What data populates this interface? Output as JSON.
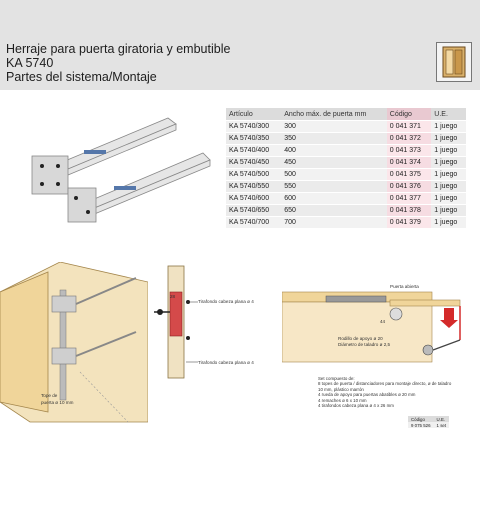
{
  "header": {
    "title_line1": "Herraje para puerta giratoria y embutible",
    "title_line2": "KA 5740",
    "title_line3": "Partes del sistema/Montaje",
    "icon": "cabinet-icon"
  },
  "table": {
    "headers": [
      "Artículo",
      "Ancho máx. de puerta mm",
      "Código",
      "U.E."
    ],
    "rows": [
      [
        "KA 5740/300",
        "300",
        "0 041 371",
        "1 juego"
      ],
      [
        "KA 5740/350",
        "350",
        "0 041 372",
        "1 juego"
      ],
      [
        "KA 5740/400",
        "400",
        "0 041 373",
        "1 juego"
      ],
      [
        "KA 5740/450",
        "450",
        "0 041 374",
        "1 juego"
      ],
      [
        "KA 5740/500",
        "500",
        "0 041 375",
        "1 juego"
      ],
      [
        "KA 5740/550",
        "550",
        "0 041 376",
        "1 juego"
      ],
      [
        "KA 5740/600",
        "600",
        "0 041 377",
        "1 juego"
      ],
      [
        "KA 5740/650",
        "650",
        "0 041 378",
        "1 juego"
      ],
      [
        "KA 5740/700",
        "700",
        "0 041 379",
        "1 juego"
      ]
    ]
  },
  "labels": {
    "door_top": "Tope de",
    "door_top2": "puerta ø 10 mm",
    "tirafondo_top": "Tirafondo cabeza plana ø 4",
    "tirafondo_bottom": "Tirafondo cabeza plana ø 4",
    "dim_a": "28",
    "puerta_abierta": "Puerta abierta",
    "rodillo": "Rodillo de apoyo ø 20",
    "diametro": "Diámetro de taladro ø 2,5",
    "dim_b": "44"
  },
  "kit": {
    "title": "Set compuesto de:",
    "items": [
      "8 topes de puerta / distanciadores para montaje directo, ø de taladro",
      "10 mm, plástico marrón",
      "4 rueda de apoyo para puertas abatibles ø 20 mm",
      "4 remaches ø 6 x 10 mm",
      "4 tirafondos cabeza plana ø 4 x 26 mm"
    ]
  },
  "kit_table": {
    "headers": [
      "Código",
      "U.E."
    ],
    "row": [
      "9 075 526",
      "1 set"
    ]
  }
}
